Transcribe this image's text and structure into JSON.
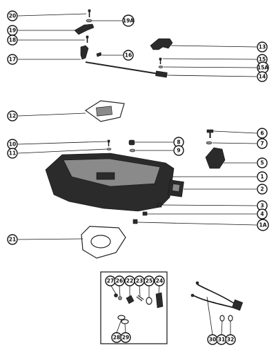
{
  "callouts": [
    {
      "id": "c20",
      "label": "20"
    },
    {
      "id": "c19a",
      "label": "19A"
    },
    {
      "id": "c19",
      "label": "19"
    },
    {
      "id": "c18",
      "label": "18"
    },
    {
      "id": "c17",
      "label": "17"
    },
    {
      "id": "c16",
      "label": "16"
    },
    {
      "id": "c13",
      "label": "13"
    },
    {
      "id": "c15",
      "label": "15"
    },
    {
      "id": "c15a",
      "label": "15A"
    },
    {
      "id": "c14",
      "label": "14"
    },
    {
      "id": "c12",
      "label": "12"
    },
    {
      "id": "c6",
      "label": "6"
    },
    {
      "id": "c7",
      "label": "7"
    },
    {
      "id": "c10",
      "label": "10"
    },
    {
      "id": "c8",
      "label": "8"
    },
    {
      "id": "c11",
      "label": "11"
    },
    {
      "id": "c9",
      "label": "9"
    },
    {
      "id": "c5",
      "label": "5"
    },
    {
      "id": "c1",
      "label": "1"
    },
    {
      "id": "c2",
      "label": "2"
    },
    {
      "id": "c3",
      "label": "3"
    },
    {
      "id": "c4",
      "label": "4"
    },
    {
      "id": "c1a",
      "label": "1A"
    },
    {
      "id": "c21",
      "label": "21"
    },
    {
      "id": "c27",
      "label": "27"
    },
    {
      "id": "c26",
      "label": "26"
    },
    {
      "id": "c22",
      "label": "22"
    },
    {
      "id": "c23",
      "label": "23"
    },
    {
      "id": "c25",
      "label": "25"
    },
    {
      "id": "c24",
      "label": "24"
    },
    {
      "id": "c28",
      "label": "28"
    },
    {
      "id": "c29",
      "label": "29"
    },
    {
      "id": "c30",
      "label": "30"
    },
    {
      "id": "c31",
      "label": "31"
    },
    {
      "id": "c32",
      "label": "32"
    }
  ]
}
